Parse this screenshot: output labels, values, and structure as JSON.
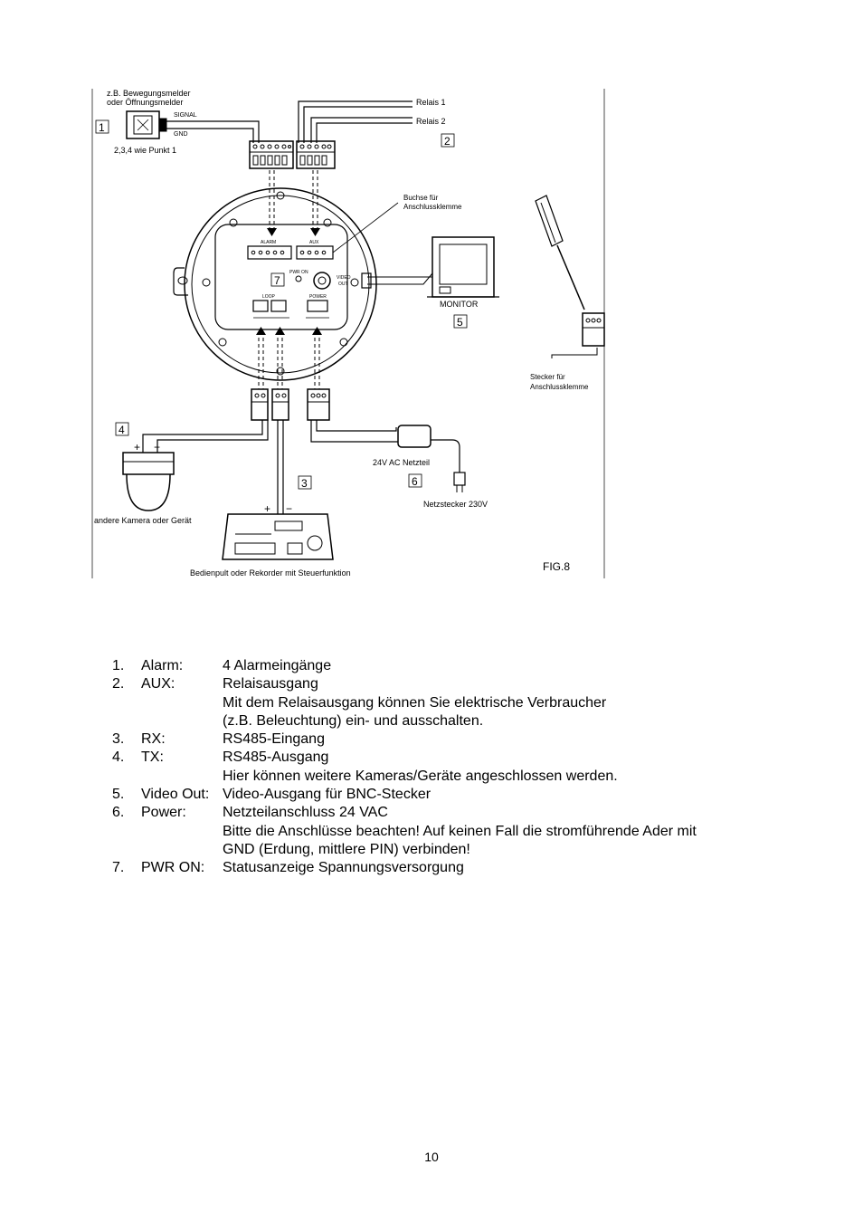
{
  "figure": {
    "sensor_label_1": "z.B. Bewegungsmelder",
    "sensor_label_2": "oder Öffnungsmelder",
    "signal_label": "SIGNAL",
    "gnd_label": "GND",
    "point_note": "2,3,4 wie Punkt 1",
    "relay1_label": "Relais 1",
    "relay2_label": "Relais 2",
    "jack_label_1": "Buchse für",
    "jack_label_2": "Anschlussklemme",
    "alarm_port_label": "ALARM",
    "aux_port_label": "AUX",
    "pwr_on_label": "PWR ON",
    "video_out_label_1": "VIDEO",
    "video_out_label_2": "OUT",
    "loop_label": "LOOP",
    "power_label": "POWER",
    "monitor_label": "MONITOR",
    "plug_label_1": "Stecker für",
    "plug_label_2": "Anschlussklemme",
    "adapter_label": "24V AC Netzteil",
    "mains_plug_label": "Netzstecker 230V",
    "camera_label": "andere Kamera oder Gerät",
    "controller_label": "Bedienpult oder Rekorder mit Steuerfunktion",
    "plus_sign": "+",
    "minus_sign": "−",
    "fig_label": "FIG.8",
    "callouts": [
      "1",
      "2",
      "3",
      "4",
      "5",
      "6",
      "7"
    ]
  },
  "legend": [
    {
      "num": "1.",
      "key": "Alarm:",
      "lines": [
        "4 Alarmeingänge"
      ]
    },
    {
      "num": "2.",
      "key": "AUX:",
      "lines": [
        "Relaisausgang",
        "Mit dem Relaisausgang können Sie elektrische Verbraucher",
        "(z.B. Beleuchtung) ein- und ausschalten."
      ]
    },
    {
      "num": "3.",
      "key": "RX:",
      "lines": [
        "RS485-Eingang"
      ]
    },
    {
      "num": "4.",
      "key": "TX:",
      "lines": [
        "RS485-Ausgang",
        "Hier können weitere Kameras/Geräte angeschlossen werden."
      ]
    },
    {
      "num": "5.",
      "key": "Video Out:",
      "lines": [
        "Video-Ausgang für BNC-Stecker"
      ]
    },
    {
      "num": "6.",
      "key": "Power:",
      "lines": [
        "Netzteilanschluss 24 VAC",
        "Bitte die Anschlüsse beachten! Auf keinen Fall die stromführende Ader mit",
        "GND (Erdung, mittlere PIN) verbinden!"
      ]
    },
    {
      "num": "7.",
      "key": "PWR ON:",
      "lines": [
        "Statusanzeige Spannungsversorgung"
      ]
    }
  ],
  "page_number": "10"
}
